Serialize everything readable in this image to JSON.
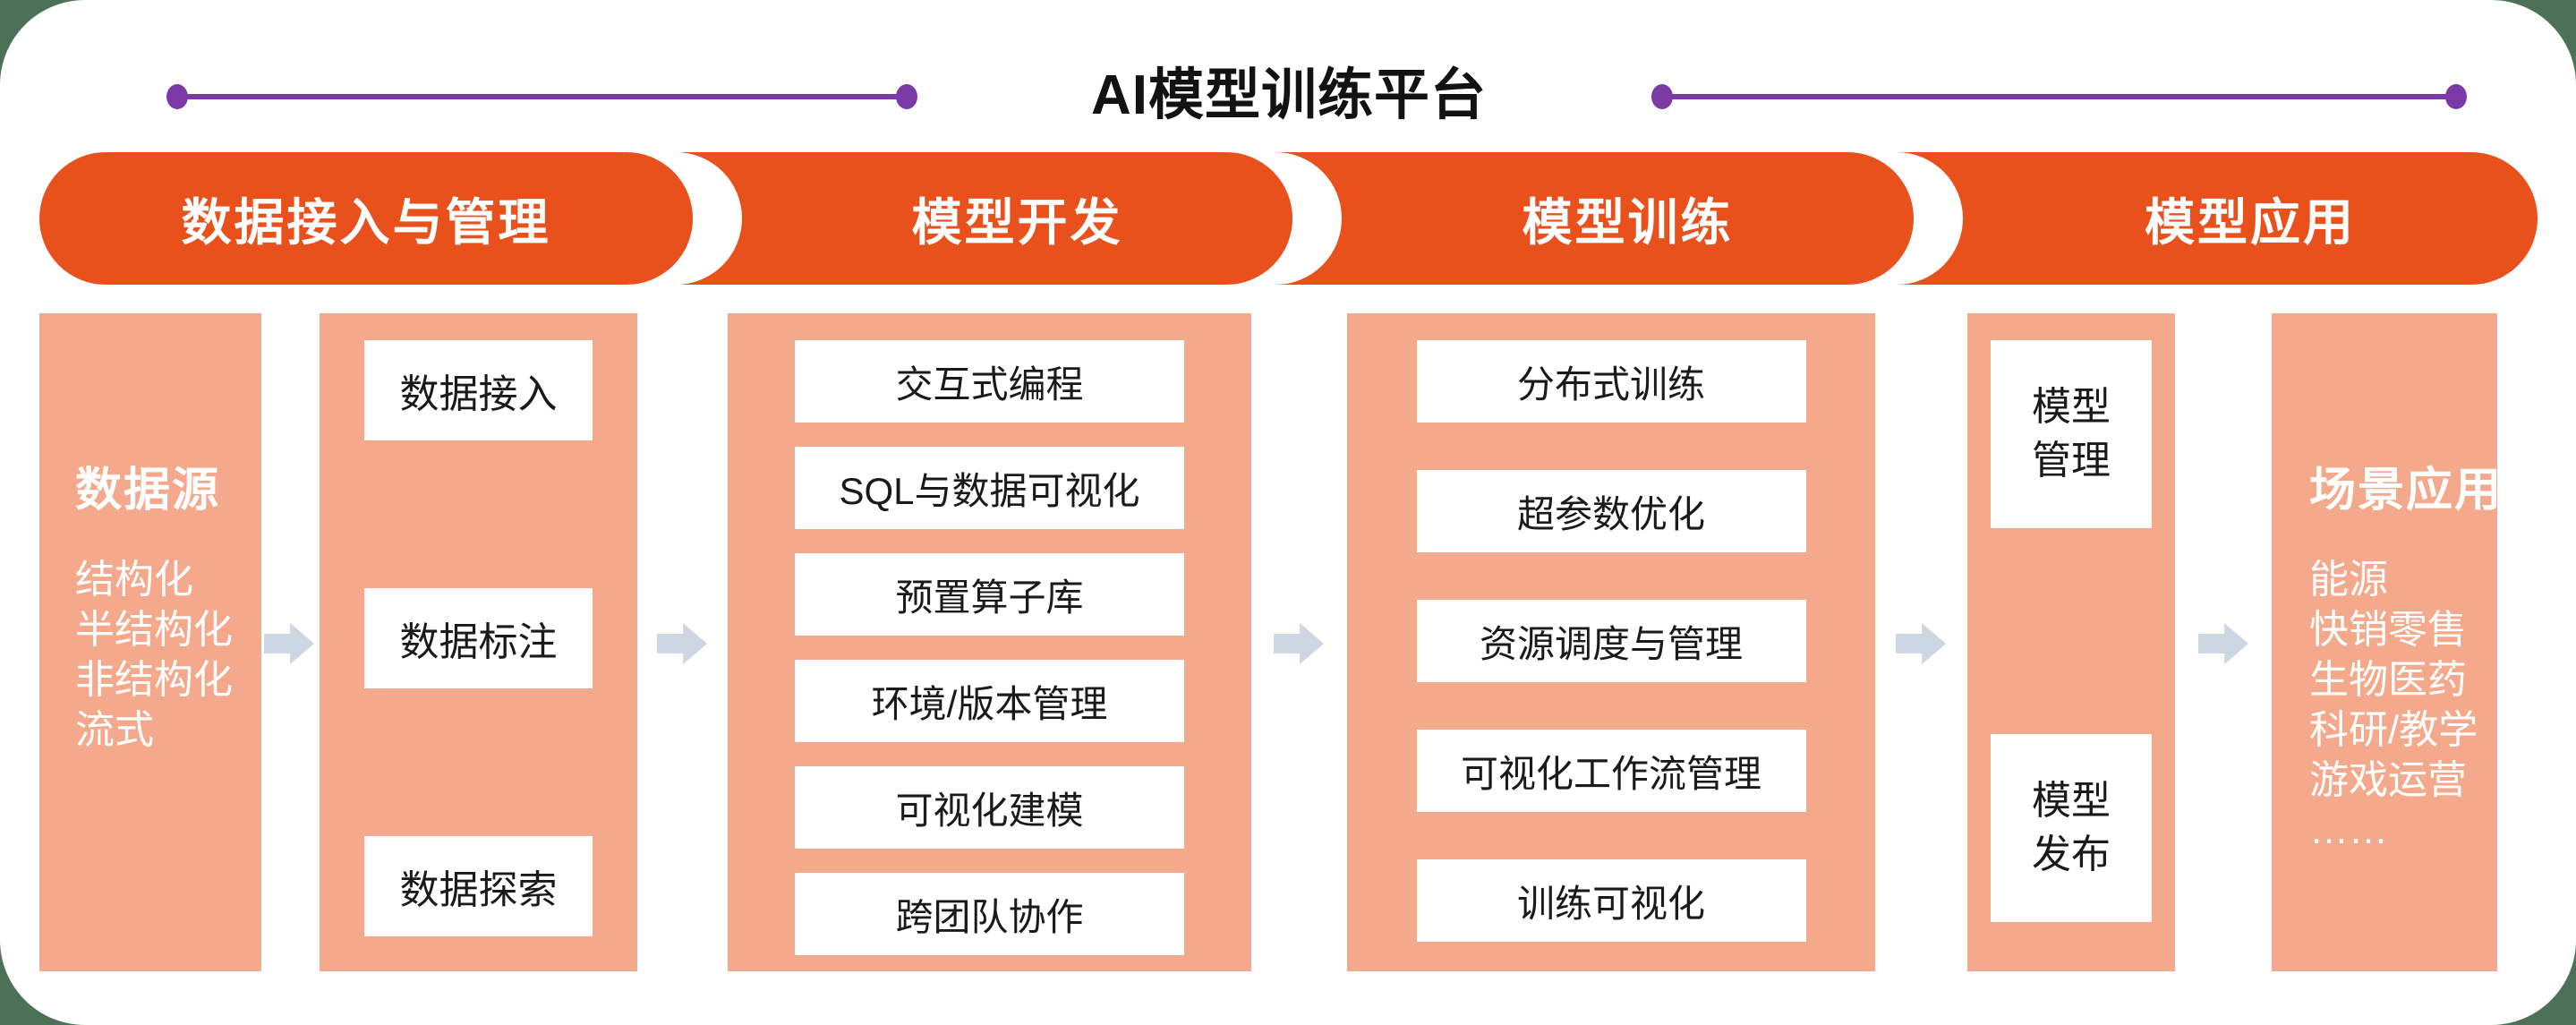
{
  "title": "AI模型训练平台",
  "stages": [
    {
      "label": "数据接入与管理"
    },
    {
      "label": "模型开发"
    },
    {
      "label": "模型训练"
    },
    {
      "label": "模型应用"
    }
  ],
  "columns": [
    {
      "title": "数据源",
      "items": [
        "结构化",
        "半结构化",
        "非结构化",
        "流式"
      ]
    },
    {
      "boxes": [
        "数据接入",
        "数据标注",
        "数据探索"
      ]
    },
    {
      "boxes": [
        "交互式编程",
        "SQL与数据可视化",
        "预置算子库",
        "环境/版本管理",
        "可视化建模",
        "跨团队协作"
      ]
    },
    {
      "boxes": [
        "分布式训练",
        "超参数优化",
        "资源调度与管理",
        "可视化工作流管理",
        "训练可视化"
      ]
    },
    {
      "boxes": [
        {
          "lines": [
            "模型",
            "管理"
          ]
        },
        {
          "lines": [
            "模型",
            "发布"
          ]
        }
      ]
    },
    {
      "title": "场景应用",
      "items": [
        "能源",
        "快销零售",
        "生物医药",
        "科研/教学",
        "游戏运营",
        "……"
      ]
    }
  ],
  "colors": {
    "stage_pill": "#E9511C",
    "column_panel": "#F4A98C",
    "flow_arrow": "#CDD6E3",
    "title_rule": "#7C3AA6",
    "page_frame": "#4C7157"
  }
}
